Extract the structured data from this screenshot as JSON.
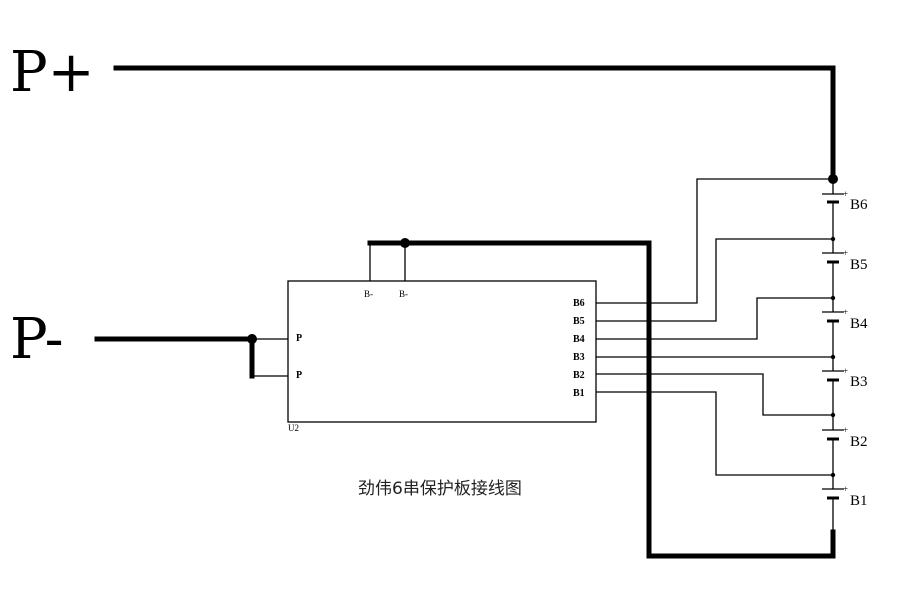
{
  "terminals": {
    "p_plus": "P+",
    "p_minus": "P-"
  },
  "chip": {
    "ref": "U2",
    "left_pins": [
      "P",
      "P"
    ],
    "top_pins": [
      "B-",
      "B-"
    ],
    "right_pins": [
      "B6",
      "B5",
      "B4",
      "B3",
      "B2",
      "B1"
    ]
  },
  "cells": [
    {
      "label": "B6",
      "polarity": "+"
    },
    {
      "label": "B5",
      "polarity": "+"
    },
    {
      "label": "B4",
      "polarity": "+"
    },
    {
      "label": "B3",
      "polarity": "+"
    },
    {
      "label": "B2",
      "polarity": "+"
    },
    {
      "label": "B1",
      "polarity": "+"
    }
  ],
  "caption": "劲伟6串保护板接线图"
}
